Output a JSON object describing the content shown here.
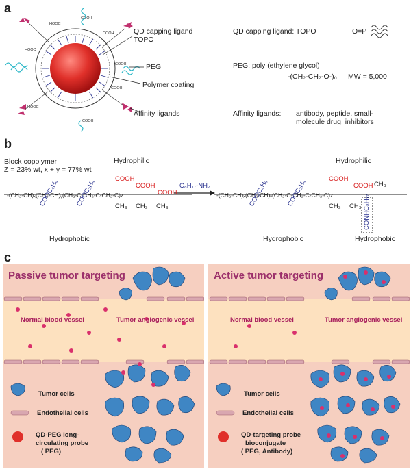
{
  "panel_a": {
    "letter": "a",
    "labels": {
      "qd_capping_ligand": "QD capping ligand",
      "topo": "TOPO",
      "peg": "PEG",
      "polymer_coating": "Polymer coating",
      "affinity_ligands": "Affinity ligands"
    },
    "legend": {
      "topo_label": "QD capping ligand: TOPO",
      "topo_formula": "O=P",
      "peg_label": "PEG: poly (ethylene glycol)",
      "peg_formula": "-(CH₂-CH₂-O-)ₙ",
      "peg_mw": "MW = 5,000",
      "affinity_label": "Affinity ligands:",
      "affinity_items": "antibody, peptide, small-molecule drug, inhibitors"
    }
  },
  "panel_b": {
    "letter": "b",
    "copolymer_title": "Block copolymer",
    "copolymer_composition": "Z = 23% wt, x + y = 77% wt",
    "hydrophilic": "Hydrophilic",
    "hydrophobic": "Hydrophobic",
    "reagent": "C₈H₁₇-NH₂",
    "cooh": "COOH",
    "ch3": "CH₃",
    "side_left1": "COOC₄H₉",
    "side_left2": "COOC₂H₅",
    "amide": "CONHC₈H₁₇"
  },
  "panel_c": {
    "letter": "c",
    "passive": {
      "title": "Passive tumor targeting",
      "normal_vessel": "Normal blood vessel",
      "tumor_vessel": "Tumor angiogenic vessel",
      "tumor_cells": "Tumor cells",
      "endothelial": "Endothelial cells",
      "probe_line1": "QD-PEG long-",
      "probe_line2": "circulating probe",
      "probe_line3": "( PEG)"
    },
    "active": {
      "title": "Active tumor targeting",
      "normal_vessel": "Normal blood vessel",
      "tumor_vessel": "Tumor angiogenic vessel",
      "tumor_cells": "Tumor cells",
      "endothelial": "Endothelial cells",
      "probe_line1": "QD-targeting probe",
      "probe_line2": "bioconjugate",
      "probe_line3": "( PEG, Antibody)"
    }
  },
  "colors": {
    "qd_red": "#e0302a",
    "tissue": "#f6cfc0",
    "vessel": "#fde1bf",
    "tumor_blue": "#3f86c4",
    "probe_pink": "#d9306c",
    "title_magenta": "#9b2f6a",
    "peg_cyan": "#2fb8c8",
    "antibody_pink": "#c0306e"
  }
}
